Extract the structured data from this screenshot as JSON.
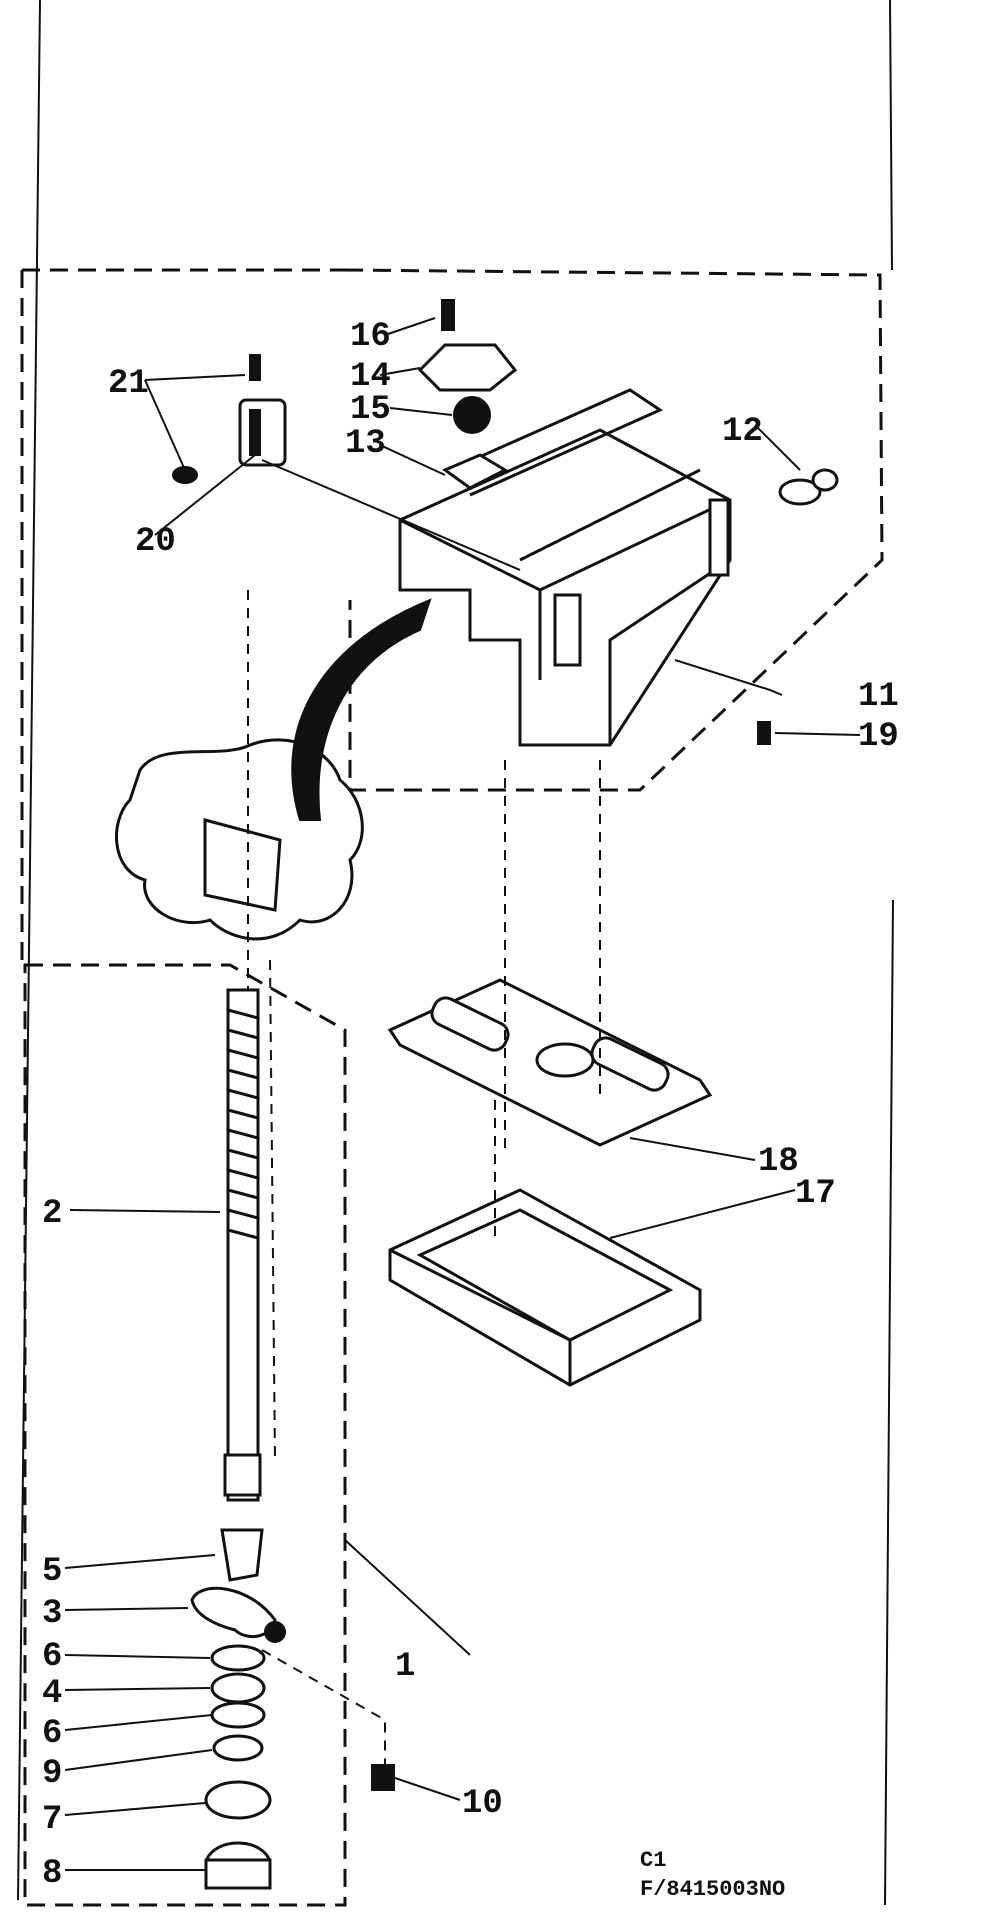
{
  "callouts": [
    "1",
    "2",
    "3",
    "4",
    "5",
    "6",
    "6",
    "7",
    "8",
    "9",
    "10",
    "11",
    "12",
    "13",
    "14",
    "15",
    "16",
    "17",
    "18",
    "19",
    "20",
    "21"
  ],
  "footer": {
    "code_line1": "C1",
    "code_line2": "F/8415003NO"
  }
}
